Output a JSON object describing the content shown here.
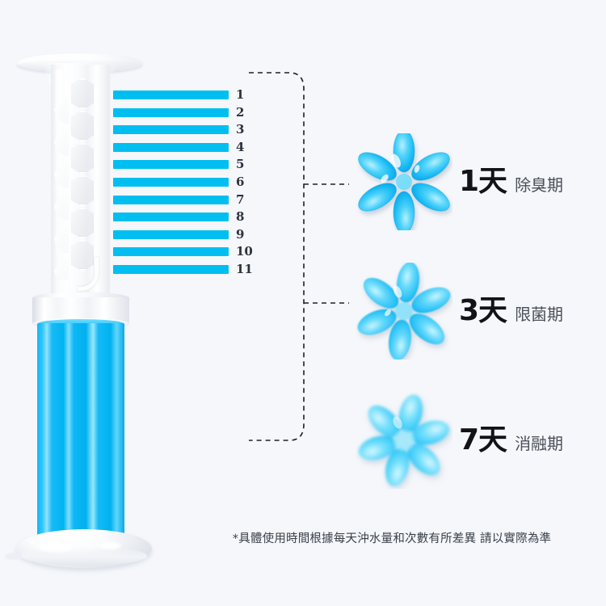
{
  "background_color": "#f5f7fb",
  "accent_color": "#00bff0",
  "gauge": {
    "name": "gel-stamp-countdown-gauge",
    "bar_color": "#00bff0",
    "bar_count": 11,
    "labels": [
      "1",
      "2",
      "3",
      "4",
      "5",
      "6",
      "7",
      "8",
      "9",
      "10",
      "11"
    ]
  },
  "product": {
    "name": "toilet-gel-stamp-dispenser",
    "gel_color": "#00b4f2",
    "body_color": "#ffffff"
  },
  "phases": [
    {
      "days": "1天",
      "label": "除臭期",
      "flower_name": "gel-flower-fresh",
      "flower_color": "#29c6f5"
    },
    {
      "days": "3天",
      "label": "限菌期",
      "flower_name": "gel-flower-midlife",
      "flower_color": "#3fcdf8"
    },
    {
      "days": "7天",
      "label": "消融期",
      "flower_name": "gel-flower-dissolving",
      "flower_color": "#55d4fa"
    }
  ],
  "footnote": {
    "text": "*具體使用時間根據每天沖水量和次數有所差異  請以實際為準"
  }
}
